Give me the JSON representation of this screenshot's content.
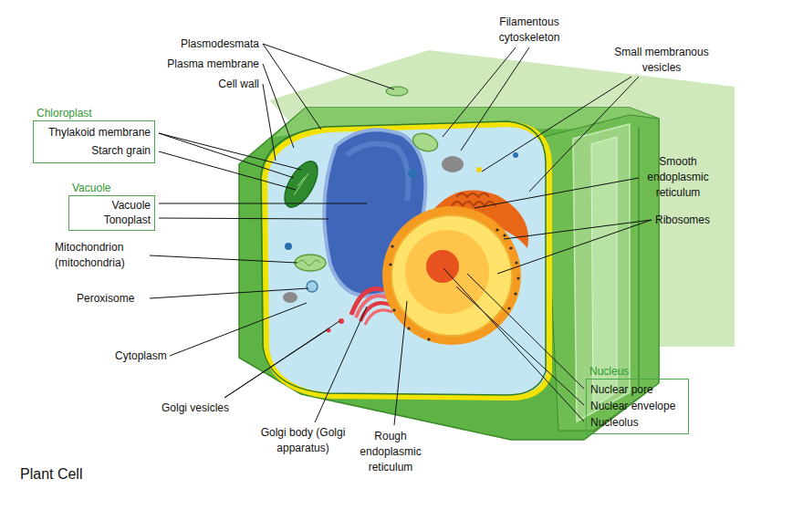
{
  "diagram": {
    "caption": "Plant Cell",
    "nodes": [
      {
        "text": [
          "Chloroplast",
          "Thylakoid membrane",
          "Starch grain"
        ]
      },
      {
        "text": [
          "Vacuole",
          "Vacuole",
          "Tonoplast"
        ]
      },
      {
        "text": [
          "Nucleus",
          "Nuclear pore",
          "Nuclear envelope",
          "Nucleolus"
        ]
      }
    ],
    "labels": [
      "Plasmodesmata",
      "Plasma membrane",
      "Cell wall",
      "Mitochondrion (mitochondria)",
      "Peroxisome",
      "Cytoplasm",
      "Golgi vesicles",
      "Golgi body (Golgi apparatus)",
      "Rough endoplasmic reticulum",
      "Filamentous cytoskeleton",
      "Small membranous vesicles",
      "Smooth endoplasmic reticulum",
      "Ribosomes"
    ]
  }
}
